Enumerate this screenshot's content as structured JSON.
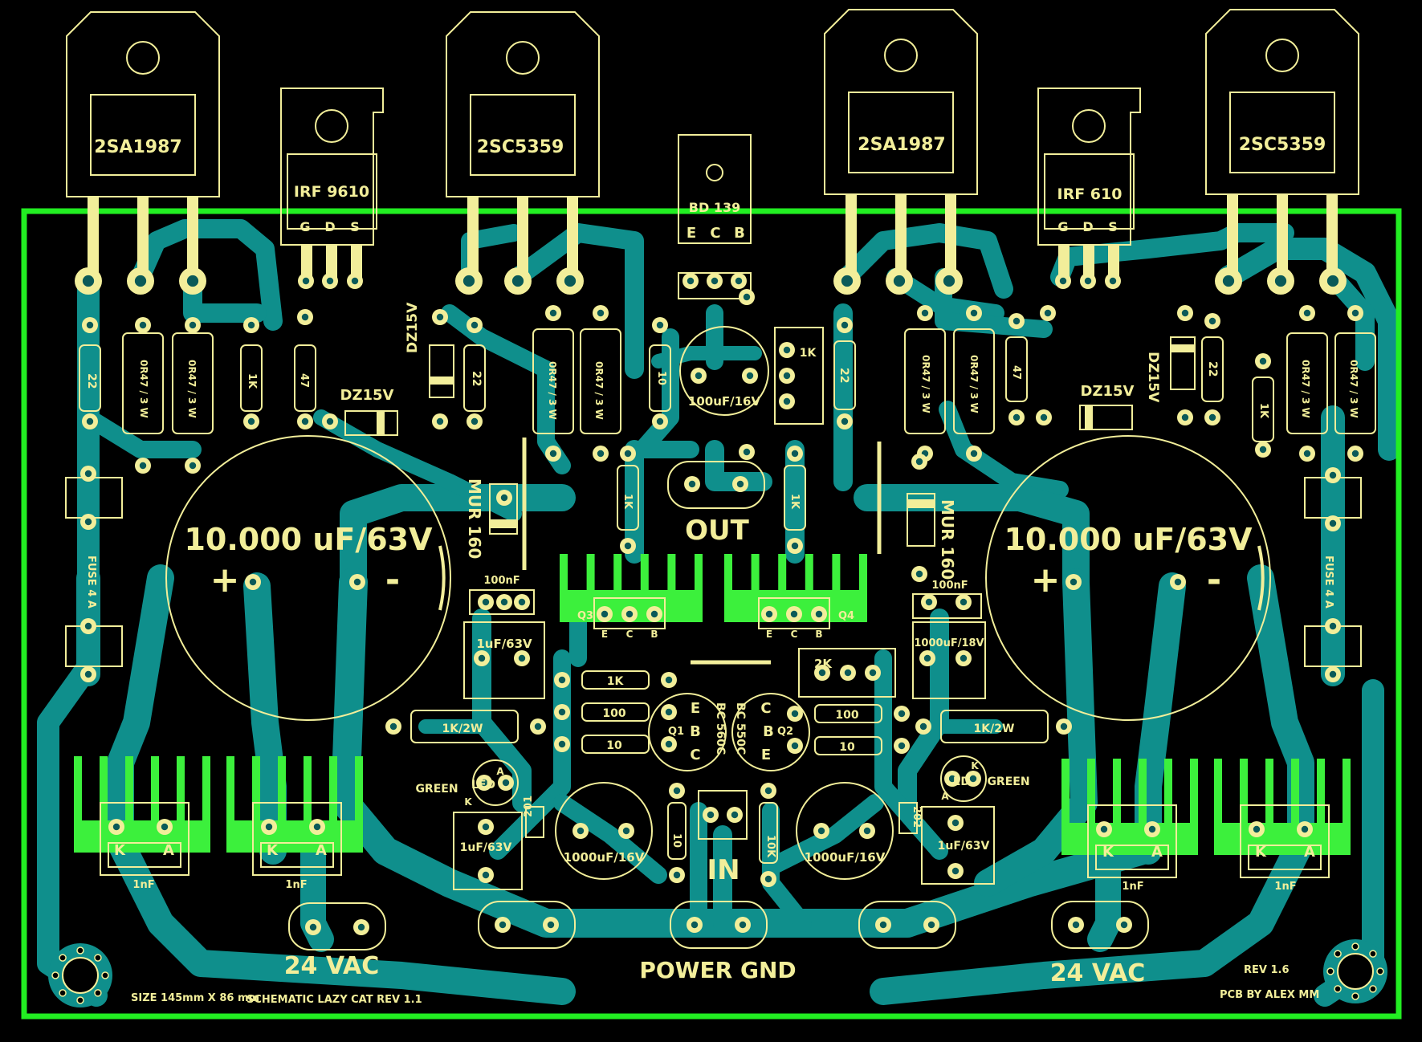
{
  "colors": {
    "background": "#000000",
    "board_outline": "#22ee22",
    "copper": "#0f8f8c",
    "silk": "#f2ee9a",
    "heatsink": "#3cf03c",
    "pad_hole": "#0a5a58"
  },
  "power_transistors": [
    "2SA1987",
    "IRF 9610",
    "2SC5359",
    "2SA1987",
    "IRF 610",
    "2SC5359"
  ],
  "driver_transistor": "BD 139",
  "pin_labels": {
    "mosfet": [
      "G",
      "D",
      "S"
    ],
    "bjt_ecb": [
      "E",
      "C",
      "B"
    ],
    "diode": [
      "K",
      "A"
    ]
  },
  "resistors": {
    "r22": "22",
    "r47": "47",
    "r1k": "1K",
    "r0r47": "0R47 / 3 W",
    "r1k2w": "1K/2W",
    "r100": "100",
    "r10": "10",
    "r10k": "10K"
  },
  "zeners": "DZ15V",
  "diodes": "MUR 160",
  "fuse": "FUSE 4 A",
  "big_caps": {
    "value": "10.000 uF/63V",
    "plus": "+",
    "minus": "-"
  },
  "caps": {
    "c100u": "100uF/16V",
    "c100n": "100nF",
    "c1u63": "1uF/63V",
    "c1000u16": "1000uF/16V",
    "c1000u18": "1000uF/18V",
    "c1n": "1nF",
    "c201": "201",
    "c202": "202"
  },
  "small_transistors": {
    "q1": "Q1",
    "q2": "Q2",
    "q3": "Q3",
    "q4": "Q4",
    "q1_part": "BC 560C",
    "q2_part": "BC 550C",
    "q1_pins": [
      "E",
      "B",
      "C"
    ],
    "q2_pins": [
      "C",
      "B",
      "E"
    ]
  },
  "trimmers": {
    "t1k": "1K",
    "t2k": "2K"
  },
  "leds": {
    "label": "LED",
    "color": "GREEN"
  },
  "connectors": {
    "out": "OUT",
    "in": "IN",
    "power_gnd": "POWER GND",
    "vac": "24 VAC"
  },
  "footer": {
    "size": "SIZE 145mm X 86 mm",
    "schematic": "SCHEMATIC LAZY CAT REV 1.1",
    "rev": "REV 1.6",
    "pcb_by": "PCB BY ALEX MM"
  }
}
